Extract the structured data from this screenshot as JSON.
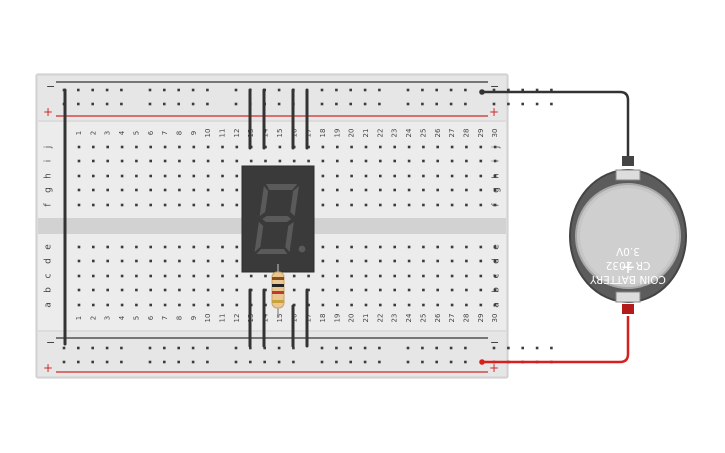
{
  "breadboard": {
    "columns": [
      "1",
      "2",
      "3",
      "4",
      "5",
      "6",
      "7",
      "8",
      "9",
      "10",
      "11",
      "12",
      "13",
      "14",
      "15",
      "16",
      "17",
      "18",
      "19",
      "20",
      "21",
      "22",
      "23",
      "24",
      "25",
      "26",
      "27",
      "28",
      "29",
      "30"
    ],
    "rows_top": [
      "j",
      "i",
      "h",
      "g",
      "f"
    ],
    "rows_bottom": [
      "e",
      "d",
      "c",
      "b",
      "a"
    ],
    "rail_minus": "−",
    "rail_plus": "+"
  },
  "battery": {
    "line1": "COIN BATTERY",
    "line2": "CR 2032",
    "line3": "3.0V",
    "plus_symbol": "+"
  },
  "colors": {
    "board": "#dedede",
    "board_light": "#ebebeb",
    "rail_red": "#d12a2a",
    "wire_black": "#333333",
    "wire_red": "#d91e1e",
    "display_body": "#3a3a3a",
    "segment_off": "#5a5a5a",
    "battery_body": "#5c5c5c",
    "battery_face": "#c8c8c8"
  },
  "seven_segment": {
    "lit_segments": []
  }
}
